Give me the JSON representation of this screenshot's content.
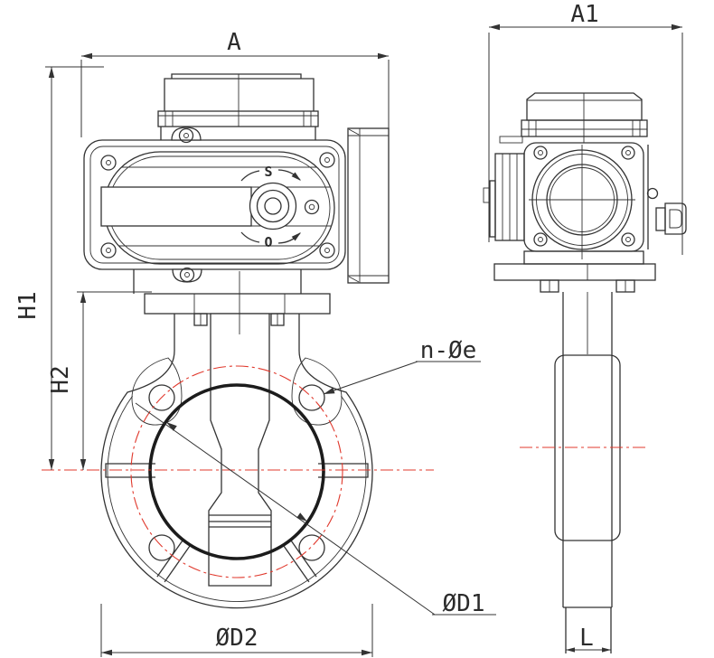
{
  "labels": {
    "dim_a": "A",
    "dim_a1": "A1",
    "dim_h1": "H1",
    "dim_h2": "H2",
    "dim_n_oe": "n-Øe",
    "dim_od1": "ØD1",
    "dim_od2": "ØD2",
    "dim_l": "L",
    "actuator_close_mark": "S",
    "actuator_open_mark": "O"
  },
  "colors": {
    "line": "#333333",
    "heavy_line": "#1c1c1c",
    "centerline": "#e0382c",
    "background": "#ffffff"
  }
}
